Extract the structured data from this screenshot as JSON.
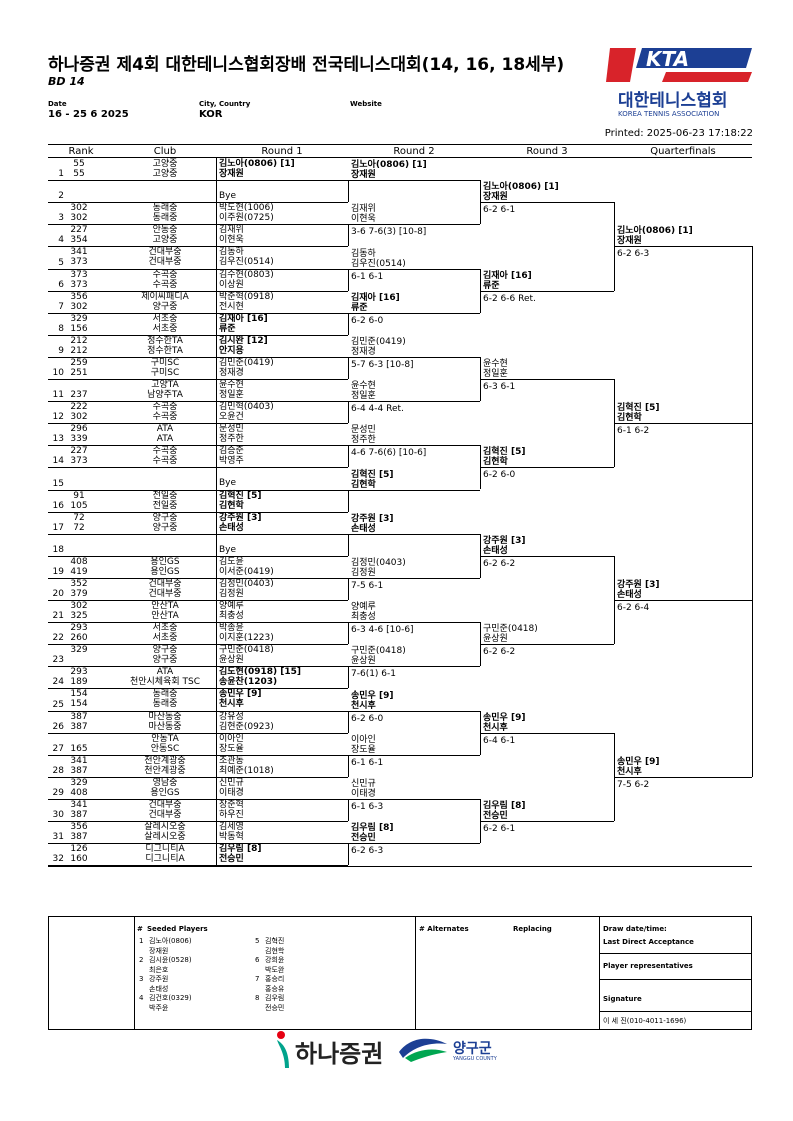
{
  "header": {
    "title": "하나증권 제4회 대한테니스협회장배 전국테니스대회(14, 16, 18세부)",
    "event": "BD 14",
    "date_label": "Date",
    "date": "16 - 25 6 2025",
    "city_label": "City, Country",
    "city": "KOR",
    "website_label": "Website",
    "logo_text": "대한테니스협회",
    "logo_sub": "KOREA TENNIS ASSOCIATION",
    "logo_letters": "KTA",
    "printed": "Printed: 2025-06-23 17:18:22"
  },
  "columns": [
    "Rank",
    "Club",
    "Round 1",
    "Round 2",
    "Round 3",
    "Quarterfinals"
  ],
  "draw": [
    {
      "n": "1",
      "r1": "55",
      "r2": "55",
      "c1": "고양중",
      "c2": "고양중",
      "p1": "김노아(0806) [1]",
      "p2": "장재원",
      "bold": true
    },
    {
      "n": "2",
      "r1": "",
      "r2": "",
      "c1": "",
      "c2": "",
      "p1": "",
      "p2": "Bye",
      "bold": false
    },
    {
      "n": "3",
      "r1": "302",
      "r2": "302",
      "c1": "동래중",
      "c2": "동래중",
      "p1": "박도현(1006)",
      "p2": "이주원(0725)",
      "bold": false
    },
    {
      "n": "4",
      "r1": "227",
      "r2": "354",
      "c1": "안동중",
      "c2": "고양중",
      "p1": "김재위",
      "p2": "이현욱",
      "bold": false
    },
    {
      "n": "5",
      "r1": "341",
      "r2": "373",
      "c1": "건대부중",
      "c2": "건대부중",
      "p1": "김동하",
      "p2": "김우진(0514)",
      "bold": false
    },
    {
      "n": "6",
      "r1": "373",
      "r2": "373",
      "c1": "수곡중",
      "c2": "수곡중",
      "p1": "김수현(0803)",
      "p2": "이상원",
      "bold": false
    },
    {
      "n": "7",
      "r1": "356",
      "r2": "302",
      "c1": "제이씨패디A",
      "c2": "양구중",
      "p1": "박준혁(0918)",
      "p2": "전시현",
      "bold": false
    },
    {
      "n": "8",
      "r1": "329",
      "r2": "156",
      "c1": "서초중",
      "c2": "서초중",
      "p1": "김재아 [16]",
      "p2": "류준",
      "bold": true
    },
    {
      "n": "9",
      "r1": "212",
      "r2": "212",
      "c1": "정수한TA",
      "c2": "정수한TA",
      "p1": "김시완 [12]",
      "p2": "안지용",
      "bold": true
    },
    {
      "n": "10",
      "r1": "259",
      "r2": "251",
      "c1": "구미SC",
      "c2": "구미SC",
      "p1": "김민준(0419)",
      "p2": "정재경",
      "bold": false
    },
    {
      "n": "11",
      "r1": "",
      "r2": "237",
      "c1": "고양TA",
      "c2": "남양주TA",
      "p1": "윤수현",
      "p2": "정일훈",
      "bold": false
    },
    {
      "n": "12",
      "r1": "222",
      "r2": "302",
      "c1": "수곡중",
      "c2": "수곡중",
      "p1": "김민혁(0403)",
      "p2": "오윤건",
      "bold": false
    },
    {
      "n": "13",
      "r1": "296",
      "r2": "339",
      "c1": "ATA",
      "c2": "ATA",
      "p1": "문성민",
      "p2": "정주한",
      "bold": false
    },
    {
      "n": "14",
      "r1": "227",
      "r2": "373",
      "c1": "수곡중",
      "c2": "수곡중",
      "p1": "김승준",
      "p2": "박영주",
      "bold": false
    },
    {
      "n": "15",
      "r1": "",
      "r2": "",
      "c1": "",
      "c2": "",
      "p1": "",
      "p2": "Bye",
      "bold": false
    },
    {
      "n": "16",
      "r1": "91",
      "r2": "105",
      "c1": "전일중",
      "c2": "전일중",
      "p1": "김혁진 [5]",
      "p2": "김현학",
      "bold": true
    },
    {
      "n": "17",
      "r1": "72",
      "r2": "72",
      "c1": "양구중",
      "c2": "양구중",
      "p1": "강주원 [3]",
      "p2": "손태성",
      "bold": true
    },
    {
      "n": "18",
      "r1": "",
      "r2": "",
      "c1": "",
      "c2": "",
      "p1": "",
      "p2": "Bye",
      "bold": false
    },
    {
      "n": "19",
      "r1": "408",
      "r2": "419",
      "c1": "용인GS",
      "c2": "용인GS",
      "p1": "김도윤",
      "p2": "이서준(0419)",
      "bold": false
    },
    {
      "n": "20",
      "r1": "352",
      "r2": "379",
      "c1": "건대부중",
      "c2": "건대부중",
      "p1": "김정민(0403)",
      "p2": "김정원",
      "bold": false
    },
    {
      "n": "21",
      "r1": "302",
      "r2": "325",
      "c1": "안산TA",
      "c2": "안산TA",
      "p1": "양예루",
      "p2": "최충성",
      "bold": false
    },
    {
      "n": "22",
      "r1": "293",
      "r2": "260",
      "c1": "서초중",
      "c2": "서초중",
      "p1": "박종윤",
      "p2": "이지훈(1223)",
      "bold": false
    },
    {
      "n": "23",
      "r1": "329",
      "r2": "",
      "c1": "양구중",
      "c2": "양구중",
      "p1": "구민준(0418)",
      "p2": "윤상원",
      "bold": false
    },
    {
      "n": "24",
      "r1": "293",
      "r2": "189",
      "c1": "ATA",
      "c2": "천안시체육회 TSC",
      "p1": "김도현(0918) [15]",
      "p2": "송윤찬(1203)",
      "bold": true
    },
    {
      "n": "25",
      "r1": "154",
      "r2": "154",
      "c1": "동래중",
      "c2": "동래중",
      "p1": "송민우 [9]",
      "p2": "천시후",
      "bold": true
    },
    {
      "n": "26",
      "r1": "387",
      "r2": "387",
      "c1": "마산동중",
      "c2": "마산동중",
      "p1": "강유성",
      "p2": "김현준(0923)",
      "bold": false
    },
    {
      "n": "27",
      "r1": "",
      "r2": "165",
      "c1": "안동TA",
      "c2": "안동SC",
      "p1": "이아인",
      "p2": "장도율",
      "bold": false
    },
    {
      "n": "28",
      "r1": "341",
      "r2": "387",
      "c1": "천안계광중",
      "c2": "천안계광중",
      "p1": "조관동",
      "p2": "최예준(1018)",
      "bold": false
    },
    {
      "n": "29",
      "r1": "329",
      "r2": "408",
      "c1": "영남중",
      "c2": "용인GS",
      "p1": "신민규",
      "p2": "이태경",
      "bold": false
    },
    {
      "n": "30",
      "r1": "341",
      "r2": "387",
      "c1": "건대부중",
      "c2": "건대부중",
      "p1": "장준혁",
      "p2": "하우진",
      "bold": false
    },
    {
      "n": "31",
      "r1": "356",
      "r2": "387",
      "c1": "살레시오중",
      "c2": "살레시오중",
      "p1": "김세영",
      "p2": "박동혁",
      "bold": false
    },
    {
      "n": "32",
      "r1": "126",
      "r2": "160",
      "c1": "디그니티A",
      "c2": "디그니티A",
      "p1": "김우림 [8]",
      "p2": "전승민",
      "bold": true
    }
  ],
  "round2": [
    {
      "a": "김노아(0806) [1]",
      "b": "장재원",
      "s": "",
      "bold": true
    },
    {
      "a": "김재위",
      "b": "이현욱",
      "s": "3-6 7-6(3) [10-8]",
      "bold": false
    },
    {
      "a": "김동하",
      "b": "김우진(0514)",
      "s": "6-1 6-1",
      "bold": false
    },
    {
      "a": "김재아 [16]",
      "b": "류준",
      "s": "6-2 6-0",
      "bold": true
    },
    {
      "a": "김민준(0419)",
      "b": "정재경",
      "s": "5-7 6-3 [10-8]",
      "bold": false
    },
    {
      "a": "윤수현",
      "b": "정일훈",
      "s": "6-4 4-4 Ret.",
      "bold": false
    },
    {
      "a": "문성민",
      "b": "정주한",
      "s": "4-6 7-6(6) [10-6]",
      "bold": false
    },
    {
      "a": "김혁진 [5]",
      "b": "김현학",
      "s": "",
      "bold": true
    },
    {
      "a": "강주원 [3]",
      "b": "손태성",
      "s": "",
      "bold": true
    },
    {
      "a": "김정민(0403)",
      "b": "김정원",
      "s": "7-5 6-1",
      "bold": false
    },
    {
      "a": "양예루",
      "b": "최충성",
      "s": "6-3 4-6 [10-6]",
      "bold": false
    },
    {
      "a": "구민준(0418)",
      "b": "윤상원",
      "s": "7-6(1) 6-1",
      "bold": false
    },
    {
      "a": "송민우 [9]",
      "b": "천시후",
      "s": "6-2 6-0",
      "bold": true
    },
    {
      "a": "이아인",
      "b": "장도율",
      "s": "6-1 6-1",
      "bold": false
    },
    {
      "a": "신민규",
      "b": "이태경",
      "s": "6-1 6-3",
      "bold": false
    },
    {
      "a": "김우림 [8]",
      "b": "전승민",
      "s": "6-2 6-3",
      "bold": true
    }
  ],
  "round3": [
    {
      "a": "김노아(0806) [1]",
      "b": "장재원",
      "s": "6-2 6-1",
      "bold": true
    },
    {
      "a": "김재아 [16]",
      "b": "류준",
      "s": "6-2 6-6 Ret.",
      "bold": true
    },
    {
      "a": "윤수현",
      "b": "정일훈",
      "s": "6-3 6-1",
      "bold": false
    },
    {
      "a": "김혁진 [5]",
      "b": "김현학",
      "s": "6-2 6-0",
      "bold": true
    },
    {
      "a": "강주원 [3]",
      "b": "손태성",
      "s": "6-2 6-2",
      "bold": true
    },
    {
      "a": "구민준(0418)",
      "b": "윤상원",
      "s": "6-2 6-2",
      "bold": false
    },
    {
      "a": "송민우 [9]",
      "b": "천시후",
      "s": "6-4 6-1",
      "bold": true
    },
    {
      "a": "김우림 [8]",
      "b": "전승민",
      "s": "6-2 6-1",
      "bold": true
    }
  ],
  "qf": [
    {
      "a": "김노아(0806) [1]",
      "b": "장재원",
      "s": "6-2 6-3"
    },
    {
      "a": "김혁진 [5]",
      "b": "김현학",
      "s": "6-1 6-2"
    },
    {
      "a": "강주원 [3]",
      "b": "손태성",
      "s": "6-2 6-4"
    },
    {
      "a": "송민우 [9]",
      "b": "천시후",
      "s": "7-5 6-2"
    }
  ],
  "footer": {
    "seeded_title": "Seeded Players",
    "hash": "#",
    "seeds_left": [
      {
        "n": "1",
        "a": "김노아(0806)",
        "b": "장재원"
      },
      {
        "n": "2",
        "a": "김시윤(0528)",
        "b": "최은호"
      },
      {
        "n": "3",
        "a": "강주원",
        "b": "손태성"
      },
      {
        "n": "4",
        "a": "김건호(0329)",
        "b": "박주윤"
      }
    ],
    "seeds_right": [
      {
        "n": "5",
        "a": "김혁진",
        "b": "김현학"
      },
      {
        "n": "6",
        "a": "강희윤",
        "b": "박도완"
      },
      {
        "n": "7",
        "a": "홍승리",
        "b": "홍승유"
      },
      {
        "n": "8",
        "a": "김우림",
        "b": "전승민"
      }
    ],
    "alternates": "# Alternates",
    "replacing": "Replacing",
    "draw_date": "Draw date/time:",
    "lda": "Last Direct Acceptance",
    "reps": "Player representatives",
    "signature": "Signature",
    "signer": "이 세 진(010-4011-1696)",
    "sponsor1": "하나증권",
    "sponsor2": "양구군",
    "sponsor2_sub": "YANGGU COUNTY"
  }
}
